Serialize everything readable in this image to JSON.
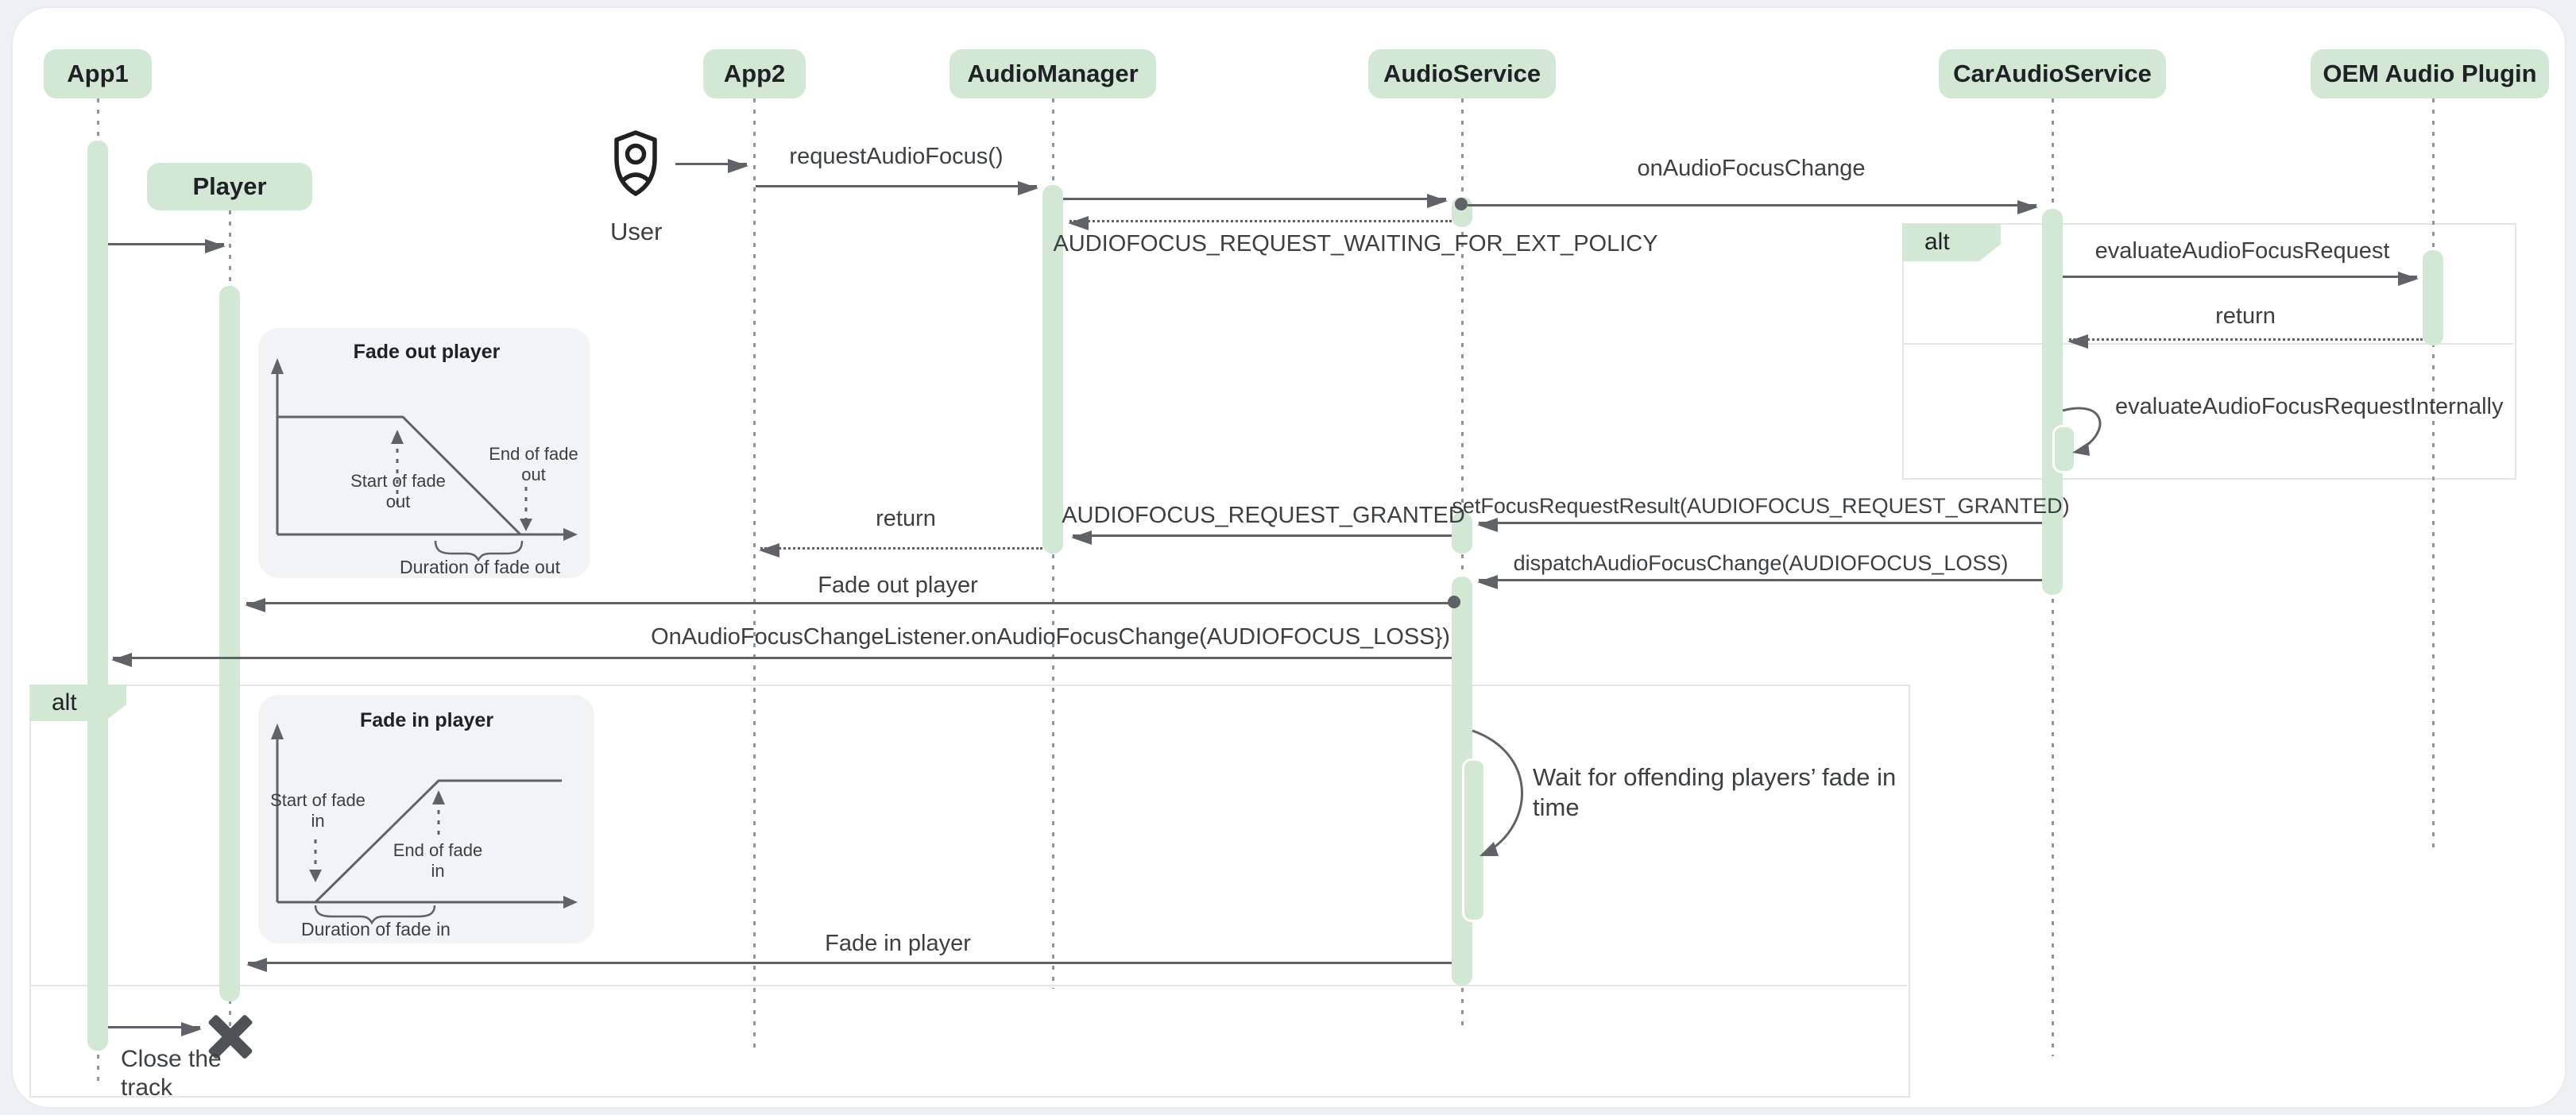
{
  "colors": {
    "accent_green": "#d2e7d4",
    "arrow_gray": "#5f6368",
    "text_dark": "#3c4043",
    "header_text": "#202124",
    "inset_background": "#f1f3f4",
    "page_background": "#eef0f3",
    "card_background": "#ffffff"
  },
  "participants": {
    "app1": "App1",
    "player": "Player",
    "app2": "App2",
    "audio_manager": "AudioManager",
    "audio_service": "AudioService",
    "car_audio_service": "CarAudioService",
    "oem_audio_plugin": "OEM Audio Plugin"
  },
  "actor": {
    "label": "User"
  },
  "fragments": {
    "alt1_label": "alt",
    "alt2_label": "alt"
  },
  "messages": {
    "request_audio_focus": "requestAudioFocus()",
    "on_audio_focus_change": "onAudioFocusChange",
    "waiting_ext_policy": "AUDIOFOCUS_REQUEST_WAITING_FOR_EXT_POLICY",
    "evaluate_audio_focus_request": "evaluateAudioFocusRequest",
    "return_oem": "return",
    "evaluate_internally": "evaluateAudioFocusRequestInternally",
    "set_focus_request_result": "setFocusRequestResult(AUDIOFOCUS_REQUEST_GRANTED)",
    "request_granted": "AUDIOFOCUS_REQUEST_GRANTED",
    "return_app2": "return",
    "dispatch_focus_change": "dispatchAudioFocusChange(AUDIOFOCUS_LOSS)",
    "fade_out_player": "Fade out player",
    "on_focus_loss_listener": "OnAudioFocusChangeListener.onAudioFocusChange(AUDIOFOCUS_LOSS})",
    "wait_for_fade_in": "Wait for offending players’ fade in time",
    "fade_in_player": "Fade in player",
    "close_the_track": "Close the track"
  },
  "insets": {
    "fade_out": {
      "title": "Fade out player",
      "start_label": "Start of fade out",
      "end_label": "End of fade out",
      "duration_label": "Duration of fade out"
    },
    "fade_in": {
      "title": "Fade in player",
      "start_label": "Start of fade in",
      "end_label": "End of fade in",
      "duration_label": "Duration of fade in"
    }
  }
}
